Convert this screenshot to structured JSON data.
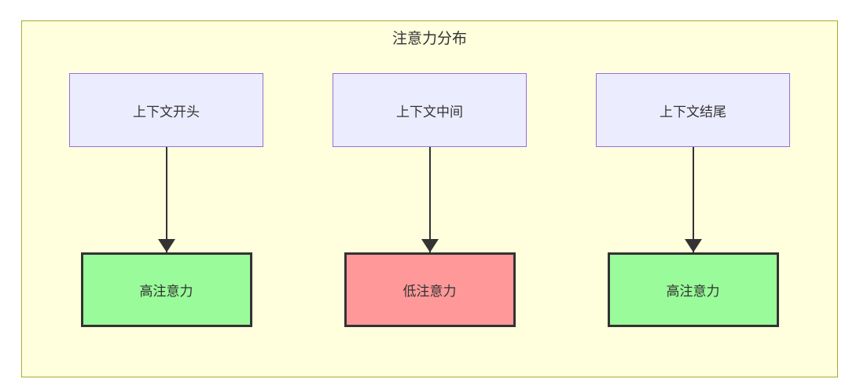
{
  "diagram": {
    "title": "注意力分布",
    "flows": [
      {
        "source": "上下文开头",
        "target": "高注意力",
        "target_type": "high"
      },
      {
        "source": "上下文中间",
        "target": "低注意力",
        "target_type": "low"
      },
      {
        "source": "上下文结尾",
        "target": "高注意力",
        "target_type": "high"
      }
    ],
    "colors": {
      "container_fill": "#ffffde",
      "container_border": "#aaaa33",
      "source_fill": "#ececff",
      "source_border": "#9370db",
      "high_fill": "#99fb99",
      "low_fill": "#ff9999",
      "target_border": "#333333",
      "arrow": "#333333",
      "text": "#333333"
    }
  }
}
